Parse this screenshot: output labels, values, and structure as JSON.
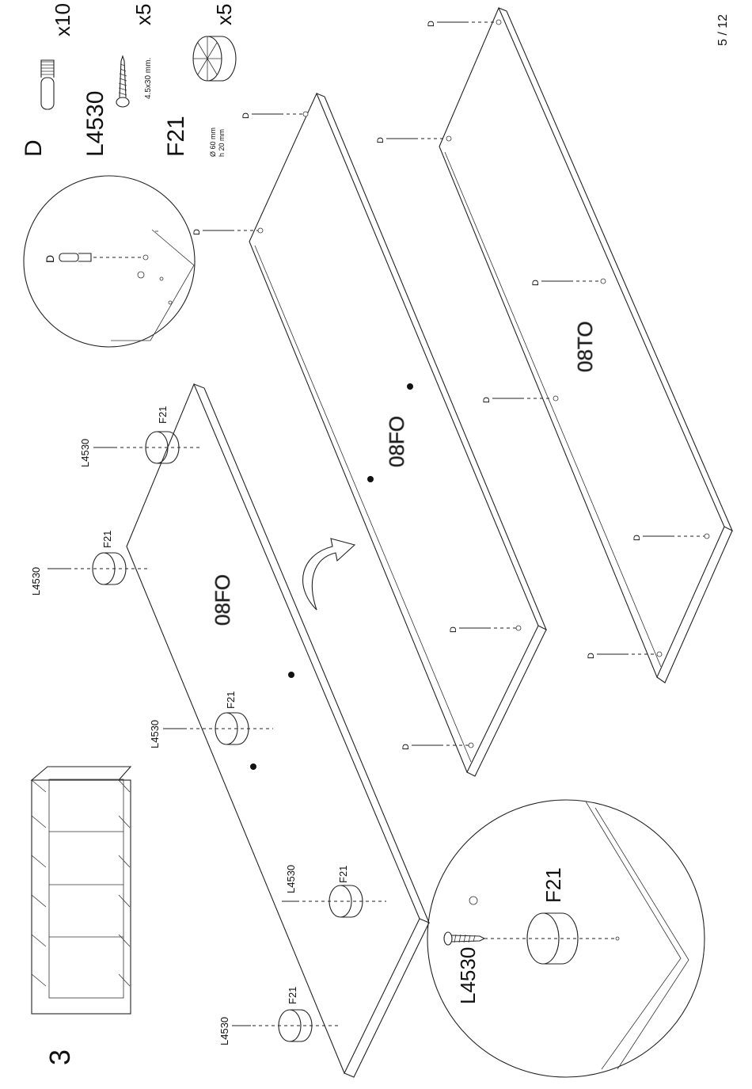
{
  "page": {
    "step_number": "3",
    "page_indicator": "5 / 12"
  },
  "parts": [
    {
      "code": "D",
      "qty": "x10",
      "icon": "dowel-icon",
      "note": ""
    },
    {
      "code": "L4530",
      "qty": "x5",
      "icon": "screw-icon",
      "note": "4.5x30 mm."
    },
    {
      "code": "F21",
      "qty": "x5",
      "icon": "foot-icon",
      "note": "Ø 60 mm\nh 20 mm"
    }
  ],
  "panels": {
    "top_label": "08FO",
    "middle_label": "08FO",
    "bottom_label": "08TO"
  },
  "callouts": {
    "dowel_code": "D",
    "screw_code": "L4530",
    "foot_code": "F21"
  },
  "part_codes": [
    "D",
    "L4530",
    "F21"
  ]
}
